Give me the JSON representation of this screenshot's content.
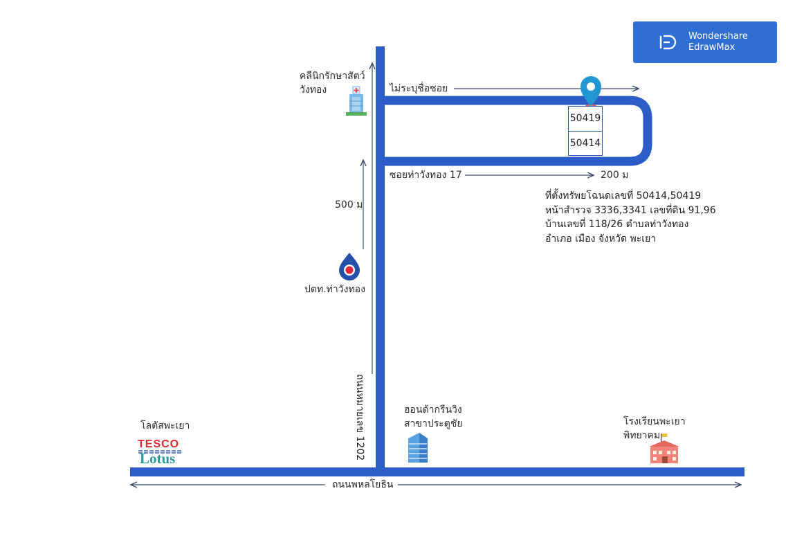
{
  "brand": {
    "line1": "Wondershare",
    "line2": "EdrawMax",
    "logo_icon": "edrawmax-logo-icon"
  },
  "roads": {
    "main_road": "ถนนพหลโยธิน",
    "highway": "ถนนหมายเลข 1202",
    "soi_top": "ไม่ระบุชื่อซอย",
    "soi_bottom": "ซอยท่าวังทอง 17"
  },
  "distances": {
    "vertical": "500 ม",
    "soi": "200 ม"
  },
  "parcels": [
    "50419",
    "50414"
  ],
  "landmarks": {
    "clinic": [
      "คลีนิกรักษาสัตว์",
      "วังทอง"
    ],
    "ptt": "ปตท.ท่าวังทอง",
    "homepro": [
      "ฮอนด้ากรีนวิง",
      "สาขาประตูชัย"
    ],
    "lotus_label": "โลตัสพะเยา",
    "lotus_logo": [
      "TESCO",
      "Lotus"
    ],
    "school": [
      "โรงเรียนพะเยา",
      "พิทยาคม"
    ]
  },
  "location_info": [
    "ที่ตั้งทรัพยโฉนดเลขที่ 50414,50419",
    "หน้าสำรวจ 3336,3341 เลขที่ดิน 91,96",
    "บ้านเลขที่ 118/26 ตำบลท่าวังทอง",
    "อำเภอ เมือง จังหวัด พะเยา"
  ],
  "colors": {
    "road": "#2c5cc5",
    "arrow": "#3a4a6a",
    "badge": "#2f6fd4",
    "pin": "#2196d3"
  }
}
